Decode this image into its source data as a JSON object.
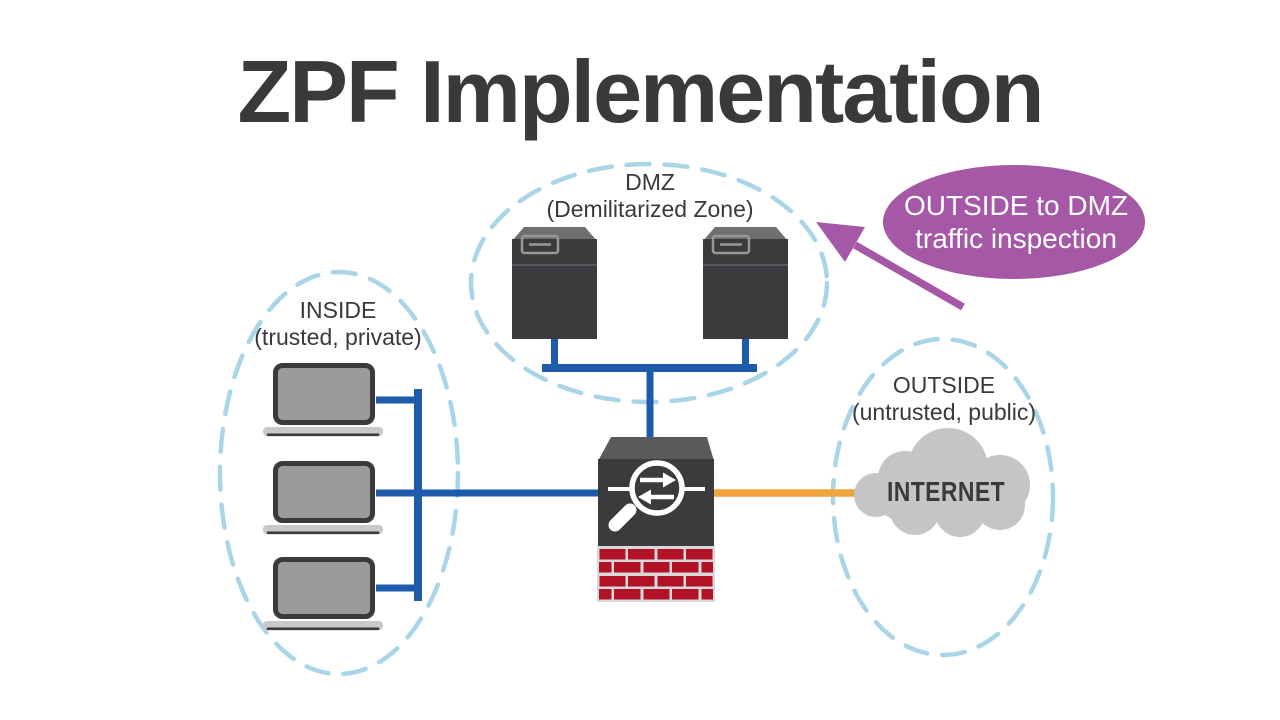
{
  "title": "ZPF Implementation",
  "zones": {
    "dmz": {
      "label": "DMZ",
      "sublabel": "(Demilitarized Zone)"
    },
    "inside": {
      "label": "INSIDE",
      "sublabel": "(trusted, private)"
    },
    "outside": {
      "label": "OUTSIDE",
      "sublabel": "(untrusted, public)"
    }
  },
  "internet": {
    "label": "INTERNET"
  },
  "annotation": {
    "line1": "OUTSIDE to DMZ",
    "line2": "traffic inspection"
  },
  "devices": {
    "firewall": "zone-based-policy-firewall",
    "dmz_servers": 2,
    "inside_laptops": 3,
    "outside_cloud": "internet"
  },
  "icons": [
    "firewall-icon",
    "inspection-magnifier-icon",
    "server-icon",
    "laptop-icon",
    "internet-cloud-icon",
    "inspection-arrow-icon"
  ],
  "colors": {
    "zone_dash_blue": "#a9d5e7",
    "lan_link_blue": "#1e5baa",
    "wan_link_orange": "#f0a43c",
    "annotation_purple": "#a458a6",
    "brick_red": "#b11226",
    "device_dark": "#3b3a3c",
    "text_dark": "#3a393b"
  }
}
